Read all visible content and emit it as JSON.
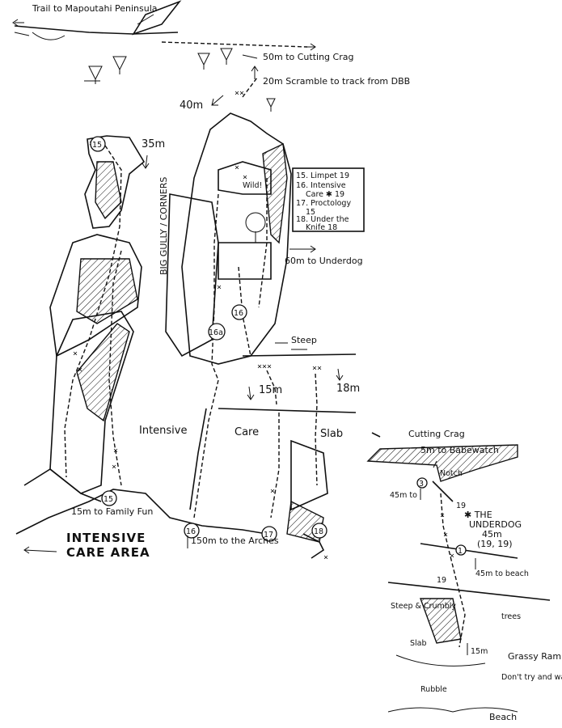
{
  "top": {
    "trail": "Trail to Mapoutahi Peninsula",
    "cutting_crag": "50m to Cutting Crag",
    "scramble": "20m Scramble to track from DBB",
    "len_40": "40m"
  },
  "main": {
    "len_35": "35m",
    "gully": "BIG GULLY / CORNERS",
    "wild": "Wild!",
    "underdog": "60m to Underdog",
    "steep": "Steep",
    "len_15": "15m",
    "len_18": "18m",
    "family_fun": "15m to Family Fun",
    "arches": "150m to the Arches",
    "area_title_1": "INTENSIVE",
    "area_title_2": "CARE AREA",
    "wall": [
      "Intensive",
      "Care",
      "Slab"
    ],
    "route_numbers": [
      "15",
      "16",
      "16a",
      "17",
      "18"
    ]
  },
  "legend": [
    "15. Limpet 19",
    "16. Intensive",
    "Care ✱ 19",
    "17. Proctology",
    "15",
    "18. Under the",
    "Knife 18"
  ],
  "inset": {
    "cutting_crag": "Cutting Crag",
    "babewatch": "5m to Babewatch",
    "notch": "Notch",
    "left": "45m to",
    "route_name_1": "✱ THE",
    "route_name_2": "UNDERDOG",
    "route_len": "45m",
    "route_grades": "(19, 19)",
    "to_beach": "45m to beach",
    "grade_19": "19",
    "grade_19b": "19",
    "steep_crumbly": "Steep & Crumbly",
    "slab": "Slab",
    "len_15": "15m",
    "trees": "trees",
    "grassy": "Grassy Ramp",
    "dont": "Don't try and walk off!",
    "rubble": "Rubble",
    "beach": "Beach",
    "numbers": [
      "3",
      "1"
    ]
  }
}
